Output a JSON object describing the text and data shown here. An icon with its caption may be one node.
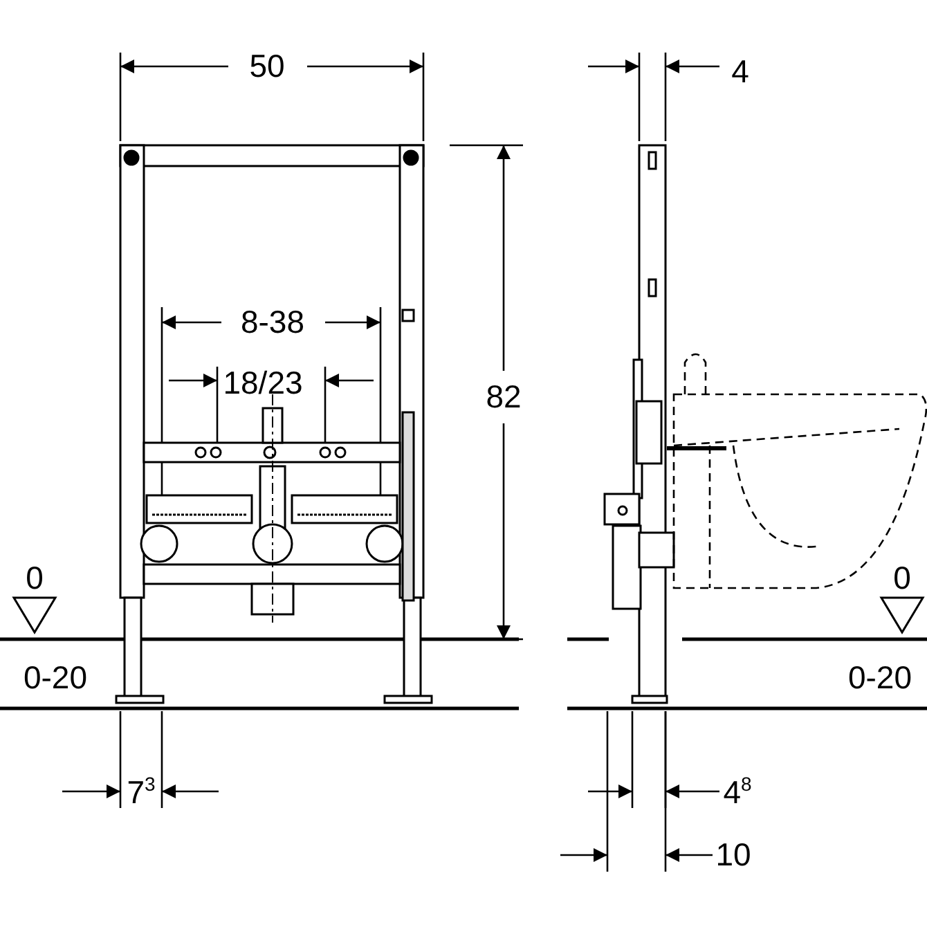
{
  "diagram": {
    "labels": [
      "50",
      "4",
      "8-38",
      "18/23",
      "82",
      "0",
      "0",
      "0-20",
      "0-20",
      "7$^{3}$",
      "4$^{8}$",
      "10"
    ]
  }
}
